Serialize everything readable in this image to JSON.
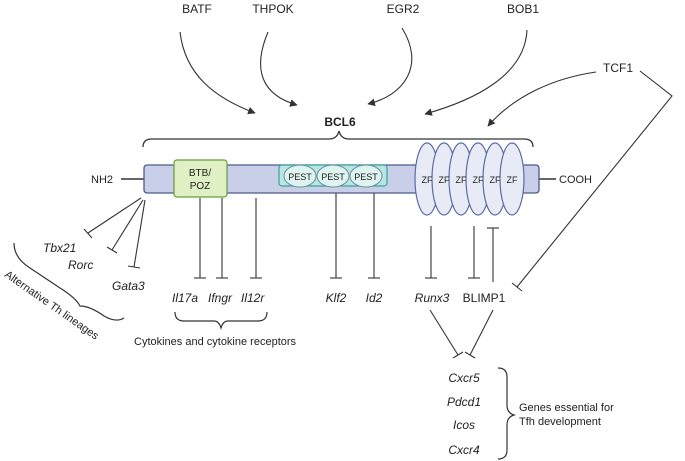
{
  "regulators_top": {
    "batf": "BATF",
    "thpok": "THPOK",
    "egr2": "EGR2",
    "bob1": "BOB1",
    "tcf1": "TCF1"
  },
  "protein": {
    "name": "BCL6",
    "n_terminus": "NH2",
    "c_terminus": "COOH",
    "btb_domain": [
      "BTB/",
      "POZ"
    ],
    "pest_labels": [
      "PEST",
      "PEST",
      "PEST"
    ],
    "zf_labels": [
      "ZF",
      "ZF",
      "ZF",
      "ZF",
      "ZF",
      "ZF"
    ]
  },
  "alternative_lineages": {
    "genes": [
      "Tbx21",
      "Rorc",
      "Gata3"
    ],
    "group_label": "Alternative Th lineages"
  },
  "cytokines": {
    "genes": [
      "Il17a",
      "Ifngr",
      "Il12r"
    ],
    "group_label": "Cytokines and cytokine receptors"
  },
  "other_targets": {
    "klf2": "Klf2",
    "id2": "Id2",
    "runx3": "Runx3",
    "blimp1": "BLIMP1"
  },
  "tfh_genes": {
    "genes": [
      "Cxcr5",
      "Pdcd1",
      "Icos",
      "Cxcr4"
    ],
    "group_label": [
      "Genes essential for",
      "Tfh development"
    ]
  },
  "colors": {
    "bar_fill": "#c9cfe8",
    "bar_stroke": "#4b5a8c",
    "btb_fill": "#dff0c4",
    "btb_stroke": "#6a9a3a",
    "pest_region_fill": "#b9e6e2",
    "pest_region_stroke": "#3aa39a",
    "zf_fill": "#e8ebf6",
    "zf_stroke": "#5a6ca8",
    "line": "#333333"
  }
}
